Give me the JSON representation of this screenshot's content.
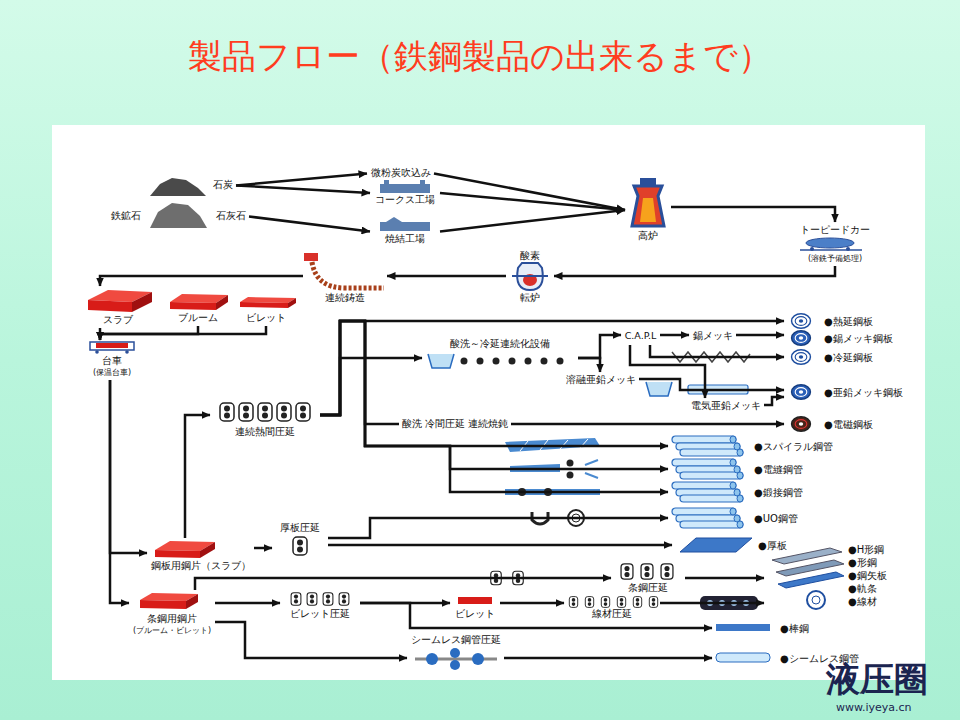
{
  "diagram": {
    "title": "製品フロー（鉄鋼製品の出来るまで）",
    "nodes": [
      {
        "text": [
          "石炭"
        ]
      },
      {
        "text": [
          "鉄鉱石"
        ]
      },
      {
        "text": [
          "石灰石"
        ]
      },
      {
        "text": [
          "微粉炭吹込み"
        ]
      },
      {
        "text": [
          "コークス工場"
        ]
      },
      {
        "text": [
          "焼結工場"
        ]
      },
      {
        "text": [
          "高炉"
        ]
      },
      {
        "text": [
          "トーピードカー",
          "(溶銑予備処理)"
        ]
      },
      {
        "text": [
          "酸素",
          "転炉"
        ]
      },
      {
        "text": [
          "連続鋳造"
        ]
      },
      {
        "text": [
          "スラブ"
        ]
      },
      {
        "text": [
          "ブルーム"
        ]
      },
      {
        "text": [
          "ビレット"
        ]
      },
      {
        "text": [
          "台車",
          "(保温台車)"
        ]
      },
      {
        "text": [
          "連続熱間圧延"
        ]
      },
      {
        "text": [
          "酸洗～冷延連続化設備"
        ]
      },
      {
        "text": [
          "C.A.P.L"
        ]
      },
      {
        "text": [
          "錫メッキ"
        ]
      },
      {
        "text": [
          "溶融亜鉛メッキ"
        ]
      },
      {
        "text": [
          "電気亜鉛メッキ"
        ]
      },
      {
        "text": [
          "●熱延鋼板"
        ]
      },
      {
        "text": [
          "●錫メッキ鋼板"
        ]
      },
      {
        "text": [
          "●冷延鋼板"
        ]
      },
      {
        "text": [
          "●亜鉛メッキ鋼板"
        ]
      },
      {
        "text": [
          "●電磁鋼板"
        ]
      },
      {
        "text": [
          "●スパイラル鋼管"
        ]
      },
      {
        "text": [
          "●電縫鋼管"
        ]
      },
      {
        "text": [
          "●鍛接鋼管"
        ]
      },
      {
        "text": [
          "厚板圧延"
        ]
      },
      {
        "text": [
          "●UO鋼管"
        ]
      },
      {
        "text": [
          "鋼板用鋼片（スラブ）"
        ]
      },
      {
        "text": [
          "●厚板"
        ]
      },
      {
        "text": [
          "条鋼用鋼片",
          "(ブルーム・ビレット)"
        ]
      },
      {
        "text": [
          "ビレット圧延"
        ]
      },
      {
        "text": [
          "条鋼圧延"
        ]
      },
      {
        "text": [
          "●H形鋼",
          "●形鋼",
          "●鋼矢板",
          "●軌条",
          "●線材"
        ]
      },
      {
        "text": [
          "ビレット"
        ]
      },
      {
        "text": [
          "線材圧延"
        ]
      },
      {
        "text": [
          "●棒鋼"
        ]
      },
      {
        "text": [
          "シームレス鋼管圧延"
        ]
      },
      {
        "text": [
          "●シームレス鋼管"
        ]
      }
    ],
    "edges": [
      {
        "from": 0,
        "to": 3,
        "arrow": "to"
      },
      {
        "from": 0,
        "to": 4,
        "arrow": "to"
      },
      {
        "from": 2,
        "to": 5,
        "arrow": "to"
      },
      {
        "from": 3,
        "to": 6,
        "arrow": "to"
      },
      {
        "from": 4,
        "to": 6,
        "arrow": "to"
      },
      {
        "from": 5,
        "to": 6,
        "arrow": "to"
      },
      {
        "from": 6,
        "to": 7,
        "arrow": "to"
      },
      {
        "from": 7,
        "to": 8,
        "arrow": "to"
      },
      {
        "from": 8,
        "to": 9,
        "arrow": "to"
      },
      {
        "from": 9,
        "to": 10,
        "arrow": "to"
      },
      {
        "from": 10,
        "to": 13,
        "arrow": "to"
      },
      {
        "from": 11,
        "to": 13,
        "arrow": "to"
      },
      {
        "from": 12,
        "to": 13,
        "arrow": "to"
      },
      {
        "from": 13,
        "to": 30,
        "arrow": "to"
      },
      {
        "from": 13,
        "to": 32,
        "arrow": "to"
      },
      {
        "from": 30,
        "to": 14,
        "arrow": "to"
      },
      {
        "from": 30,
        "to": 28,
        "arrow": "to"
      },
      {
        "from": 14,
        "to": 20,
        "arrow": "to"
      },
      {
        "from": 14,
        "to": 15,
        "arrow": "to"
      },
      {
        "from": 14,
        "to": 24,
        "label": "酸洗 冷間圧延 連続焼鈍",
        "arrow": "to"
      },
      {
        "from": 14,
        "to": 25,
        "arrow": "to"
      },
      {
        "from": 14,
        "to": 26,
        "arrow": "to"
      },
      {
        "from": 14,
        "to": 27,
        "arrow": "to"
      },
      {
        "from": 15,
        "to": 16,
        "arrow": "to"
      },
      {
        "from": 15,
        "to": 18,
        "arrow": "to"
      },
      {
        "from": 16,
        "to": 17,
        "arrow": "to"
      },
      {
        "from": 17,
        "to": 21,
        "arrow": "to"
      },
      {
        "from": 16,
        "to": 22,
        "arrow": "to"
      },
      {
        "from": 16,
        "to": 19,
        "arrow": "to"
      },
      {
        "from": 18,
        "to": 23,
        "arrow": "to"
      },
      {
        "from": 19,
        "to": 23,
        "arrow": "to"
      },
      {
        "from": 28,
        "to": 29,
        "arrow": "to"
      },
      {
        "from": 28,
        "to": 31,
        "arrow": "to"
      },
      {
        "from": 32,
        "to": 33,
        "arrow": "to"
      },
      {
        "from": 32,
        "to": 34,
        "arrow": "to"
      },
      {
        "from": 32,
        "to": 39,
        "arrow": "to"
      },
      {
        "from": 33,
        "to": 36,
        "arrow": "to"
      },
      {
        "from": 33,
        "to": 38,
        "arrow": "to"
      },
      {
        "from": 36,
        "to": 37,
        "arrow": "to"
      },
      {
        "from": 34,
        "to": 35,
        "arrow": "to"
      },
      {
        "from": 37,
        "to": 35,
        "arrow": "to"
      },
      {
        "from": 39,
        "to": 40,
        "arrow": "to"
      }
    ],
    "labels": [
      "液压圈",
      "www.iyeya.cn"
    ]
  }
}
